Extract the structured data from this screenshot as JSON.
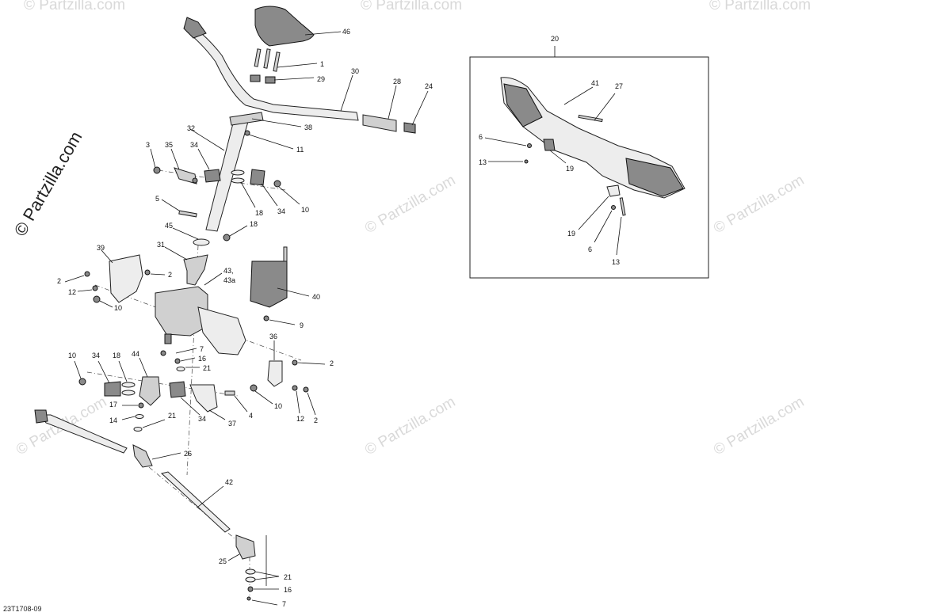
{
  "watermark": {
    "brand": "© Partzilla.com",
    "side_brand": "© Partzilla.com"
  },
  "diagram_code": "23T1708-09",
  "callouts": {
    "c46": "46",
    "c1": "1",
    "c29": "29",
    "c30": "30",
    "c28": "28",
    "c24": "24",
    "c32": "32",
    "c38": "38",
    "c11": "11",
    "c3": "3",
    "c35": "35",
    "c34a": "34",
    "c18a": "18",
    "c34b": "34",
    "c10a": "10",
    "c5": "5",
    "c45": "45",
    "c18b": "18",
    "c31": "31",
    "c39": "39",
    "c2a": "2",
    "c2b": "2",
    "c12a": "12",
    "c10b": "10",
    "c43": "43,",
    "c43a": "43a",
    "c40": "40",
    "c9": "9",
    "c36": "36",
    "c2c": "2",
    "c10c": "10",
    "c12b": "12",
    "c2d": "2",
    "c7a": "7",
    "c16a": "16",
    "c21a": "21",
    "c10d": "10",
    "c34c": "34",
    "c18c": "18",
    "c44": "44",
    "c17": "17",
    "c14": "14",
    "c21b": "21",
    "c34d": "34",
    "c37": "37",
    "c4": "4",
    "c26": "26",
    "c42": "42",
    "c25": "25",
    "c21c": "21",
    "c16b": "16",
    "c7b": "7",
    "c20": "20",
    "c41": "41",
    "c27": "27",
    "c6a": "6",
    "c13a": "13",
    "c19a": "19",
    "c19b": "19",
    "c6b": "6",
    "c13b": "13"
  }
}
